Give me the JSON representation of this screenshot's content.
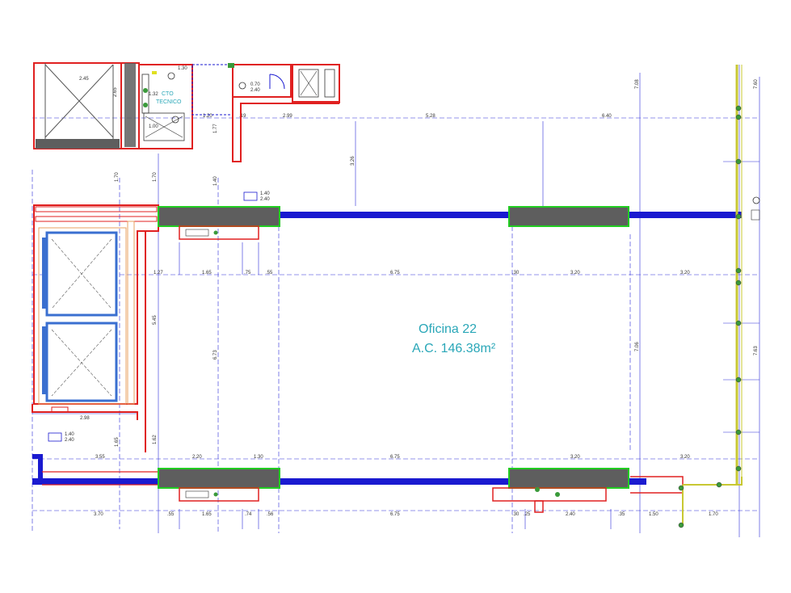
{
  "room": {
    "name": "Oficina 22",
    "area": "A.C. 146.38m²"
  },
  "technical_room": {
    "line1": "CTO",
    "line2": "TECNICO"
  },
  "dimensions": {
    "top_row": [
      "2.45",
      "1.20",
      ".19",
      "2.99",
      "5.28",
      "6.40"
    ],
    "middle_row": [
      "1.27",
      "1.65",
      ".75",
      ".55",
      "6.75",
      ".30",
      "3.20",
      "3.20"
    ],
    "lower_row": [
      "3.55",
      "2.20",
      "1.30",
      "6.75",
      "3.20",
      "3.20"
    ],
    "bottom_row": [
      "3.70",
      ".55",
      "1.65",
      ".74",
      ".56",
      "6.75",
      ".30",
      ".25",
      "2.40",
      ".35",
      "1.50",
      "1.70"
    ],
    "elevator_width": "2.98",
    "vertical": [
      "2.65",
      "1.70",
      "1.70",
      "1.40",
      "1.77",
      "3.26",
      "5.45",
      "6.73",
      "1.65",
      "1.62",
      "7.06",
      "7.08",
      "7.60",
      "7.63"
    ],
    "door_tags": [
      "1.40",
      "2.40"
    ],
    "small_tags": [
      "0.70",
      "2.40",
      "1.32",
      "1.00",
      "1.30"
    ]
  },
  "colors": {
    "wall": "#e02020",
    "blue_wall": "#1a1ad0",
    "column": "#5e5e5e",
    "column_border": "#22cc22",
    "elevator": "#3a6fd0",
    "elevator_frame": "#e8a060",
    "dim_line": "#2a2ad8",
    "facade": "#c8c832",
    "label": "#2aa7b8"
  }
}
